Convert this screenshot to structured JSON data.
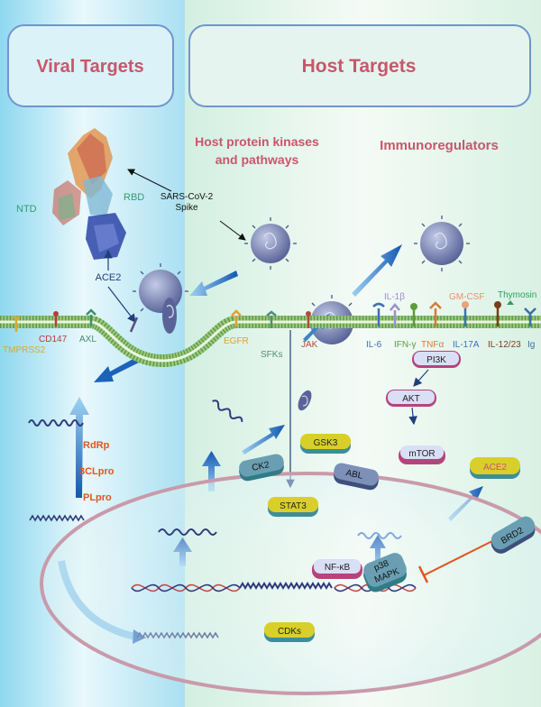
{
  "headers": {
    "viral": "Viral Targets",
    "host": "Host Targets",
    "kinases_line1": "Host protein kinases",
    "kinases_line2": "and pathways",
    "immuno": "Immunoregulators"
  },
  "spike": {
    "ntd": "NTD",
    "rbd": "RBD",
    "name_line1": "SARS-CoV-2",
    "name_line2": "Spike"
  },
  "receptors": {
    "ace2": "ACE2",
    "tmprss2": "TMPRSS2",
    "cd147": "CD147",
    "axl": "AXL",
    "egfr": "EGFR",
    "sfks": "SFKs",
    "jak": "JAK"
  },
  "cytokines": {
    "il1b": "IL-1β",
    "gmcsf": "GM-CSF",
    "thymosin": "Thymosin",
    "il6": "IL-6",
    "ifng": "IFN-γ",
    "tnfa": "TNFα",
    "il17a": "IL-17A",
    "il1223": "IL-12/23",
    "ig": "Ig"
  },
  "viral_enzymes": {
    "rdrp": "RdRp",
    "clpro": "3CLpro",
    "plpro": "PLpro"
  },
  "kinases": {
    "pi3k": "PI3K",
    "akt": "AKT",
    "mtor": "mTOR",
    "gsk3": "GSK3",
    "ck2": "CK2",
    "abl": "ABL",
    "stat3": "STAT3",
    "ace2_out": "ACE2",
    "brd2": "BRD2",
    "nfkb": "NF-κB",
    "p38_line1": "p38",
    "p38_line2": "MAPK",
    "cdks": "CDKs"
  },
  "colors": {
    "header_text": "#c9566a",
    "viral_panel": "#bfe9f5",
    "host_panel": "#dff3ea",
    "membrane": "#79ae55",
    "nucleus_border": "#c99aaa",
    "arrow_blue": "#1c62b8",
    "enzyme_orange": "#e0551e",
    "box_yellow": "#d9cf2a",
    "box_teal": "#3d8d9a",
    "box_pink": "#b5447c",
    "virus": "#6f78a8"
  }
}
